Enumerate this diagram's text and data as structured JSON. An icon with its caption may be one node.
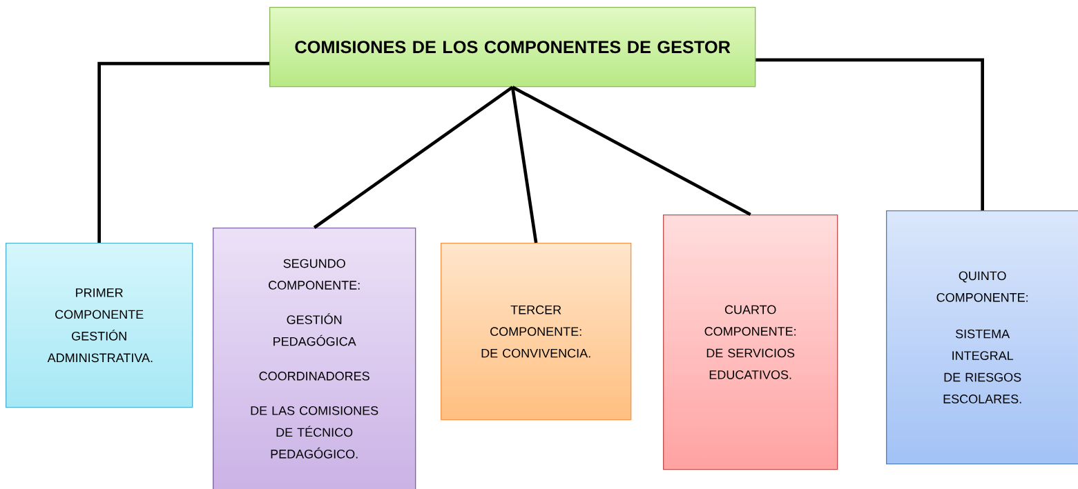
{
  "diagram": {
    "nodes": [
      {
        "text": [
          "COMISIONES DE LOS COMPONENTES DE GESTOR"
        ]
      },
      {
        "text": [
          "PRIMER COMPONENTE GESTIÓN ADMINISTRATIVA."
        ]
      },
      {
        "text": [
          "SEGUNDO COMPONENTE:",
          "GESTIÓN PEDAGÓGICA",
          "COORDINADORES",
          "DE LAS COMISIONES DE TÉCNICO PEDAGÓGICO."
        ]
      },
      {
        "text": [
          "TERCER COMPONENTE: DE CONVIVENCIA."
        ]
      },
      {
        "text": [
          "CUARTO COMPONENTE: DE SERVICIOS EDUCATIVOS."
        ]
      },
      {
        "text": [
          "QUINTO COMPONENTE:",
          "SISTEMA INTEGRAL DE RIESGOS ESCOLARES."
        ]
      }
    ],
    "edges": [
      {
        "from": 0,
        "to": 1,
        "arrow": "none"
      },
      {
        "from": 0,
        "to": 2,
        "arrow": "none"
      },
      {
        "from": 0,
        "to": 3,
        "arrow": "none"
      },
      {
        "from": 0,
        "to": 4,
        "arrow": "none"
      },
      {
        "from": 0,
        "to": 5,
        "arrow": "none"
      }
    ]
  }
}
